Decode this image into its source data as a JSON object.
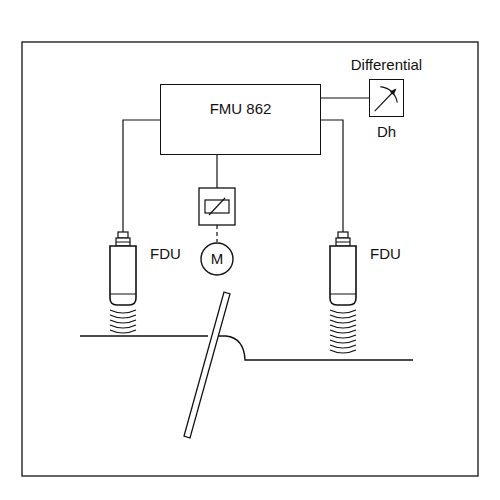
{
  "diagram": {
    "nodes": [
      {
        "text": [
          "FMU 862"
        ]
      },
      {
        "text": [
          "Differential",
          "Dh"
        ]
      },
      {
        "text": [
          "FDU"
        ]
      },
      {
        "text": [
          "M"
        ]
      },
      {
        "text": [
          "FDU"
        ]
      }
    ],
    "edges": [
      {
        "from": 0,
        "to": 1,
        "arrow": "none"
      },
      {
        "from": 0,
        "to": 2,
        "arrow": "none"
      },
      {
        "from": 0,
        "to": 3,
        "arrow": "none"
      },
      {
        "from": 0,
        "to": 4,
        "arrow": "none"
      }
    ]
  }
}
